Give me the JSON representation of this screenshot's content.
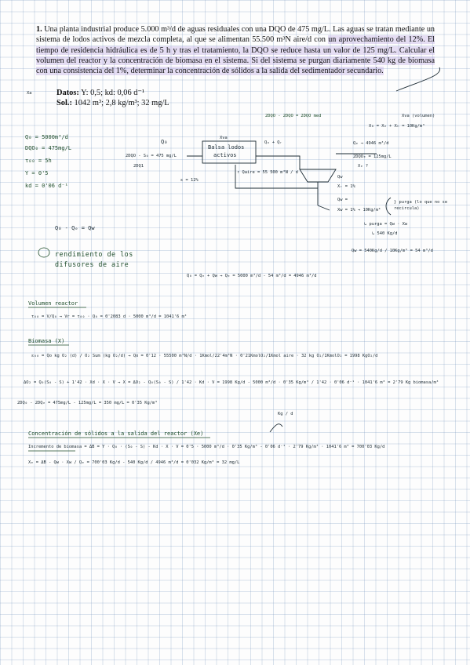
{
  "problem": {
    "number": "1.",
    "text_a": "Una planta industrial produce 5.000 m³/d de aguas residuales con una DQO de 475 mg/L. Las aguas se tratan mediante un sistema de lodos activos de mezcla completa, al que se alimentan 55.500 m³N aire/d con ",
    "text_hl": "un aprovechamiento del 12%. El tiempo de residencia hidráulica es de 5 h y tras el tratamiento, la DQO se reduce hasta un valor de 125 mg/L. Calcular el volumen del reactor y la concentración de biomasa en el sistema. Si del sistema se purgan diariamente 540 kg de biomasa con una consistencia del 1%, determinar la concentración de sólidos a la salida del sedimentador secundario.",
    "datos_label": "Datos:",
    "datos_value": "Y: 0,5; kd: 0,06 d⁻¹",
    "sol_label": "Sol.:",
    "sol_value": "1042 m³; 2,8 kg/m³; 32 mg/L"
  },
  "notes": {
    "xa_left": "Xa",
    "xva_vol": "Xva (volumen)",
    "q0": "Q₀ = 5000m³/d",
    "dqo0": "DQO₀ = 475mg/L",
    "tau": "τ₀₀ = 5h",
    "y": "Y = 0'5",
    "kd": "kd = 0'06 d⁻¹",
    "flow_top": "2DQO - 2DQO = 2DQO med",
    "x_sum": "X₀ = Xₑ + Xₕ = 10Kg/m³",
    "q0_label": "Q₀",
    "q0_inlet": "2DQO - S₀ = 475 mg/L",
    "s0_label": "2DQ1",
    "reactor_top": "Xva",
    "reactor_l1": "Balsa lodos",
    "reactor_l2": "activos",
    "qr": "Qₒ + Qᵣ",
    "qe": "Qₑ → 4946 m³/d",
    "dqoe": "2DQOₑ = 125mg/L",
    "xe": "Xₑ ?",
    "eff": "ε = 12%",
    "qaire": "↑ Qaire = 55 500 m³N / d",
    "qw": "Qw",
    "xr": "Xᵣ = 1%",
    "qw2": "Qw =",
    "xw": "Xw = 1% → 10Kg/m³",
    "purga": "} purga (lo que no se recircula)",
    "purga2": "↳ purga = Qw · Xw",
    "purga3": "↳ 540 Kg/d",
    "qw_calc": "Qw = 540Kg/d / 10Kg/m³ = 54 m³/d",
    "q_balance": "Q₀ - Qₑ = Qw",
    "rend": "rendimiento de los difusores de aire",
    "q_total": "Q₀ = Qₑ + Qw → Qₑ = 5000 m³/d - 54 m³/d = 4946 m³/d",
    "vol_title": "Volumen reactor",
    "vol_calc": "τ₀₀ = V/Q₀ → Vr = τ₀₀ · Q₀ = 0'2083 d · 5000 m³/d = 1041'6 m³",
    "bio_title": "Biomasa (X)",
    "bio_calc": "ε₀₀ = Qo kg O₂ (d) / O₂ Sum (kg O₂/d) → Qo = 0'12 · 55500 m³N/d · 1Kmol/22'4m³N · 0'21KmolO₂/1Kmol aire · 32 kg O₂/1KmolO₂ = 1998 KgO₂/d",
    "eq_1": "ΔO₂ = Q₀(S₀ - S) + 1'42 · Xd · X · V → X = ΔO₂ - Q₀(S₀ - S) / 1'42 · Kd · V = 1998 Kg/d - 5000 m³/d · 0'35 Kg/m³ / 1'42 · 0'06 d⁻¹ · 1041'6 m³ = 2'79 Kg biomasa/m³",
    "eq_2": "2DQ₀ - 2DQₑ = 475mg/L - 125mg/L = 350 mg/L = 0'35 Kg/m³",
    "kgd": "Kg / d",
    "conc_title": "Concentración de sólidos a la salida del reactor (Xe)",
    "inc_bio": "Incremento de biomasa = ΔB = Y · Q₀ · (S₀ - S) - Kd · X · V = 0'5 · 5000 m³/d · 0'35 Kg/m³ - 0'06 d⁻¹ · 2'79 Kg/m³ · 1041'6 m³ = 700'03 Kg/d",
    "xe_eq": "Xₑ = ΔB - Qw · Xw / Qₑ = 700'03 Kg/d - 540 Kg/d / 4946 m³/d = 0'032 Kg/m³ = 32 mg/L"
  },
  "colors": {
    "ink": "#1b2a33",
    "ink_green": "#1e4d2b",
    "highlight": "#b9a3e0",
    "grid": "#9fb4cf"
  }
}
